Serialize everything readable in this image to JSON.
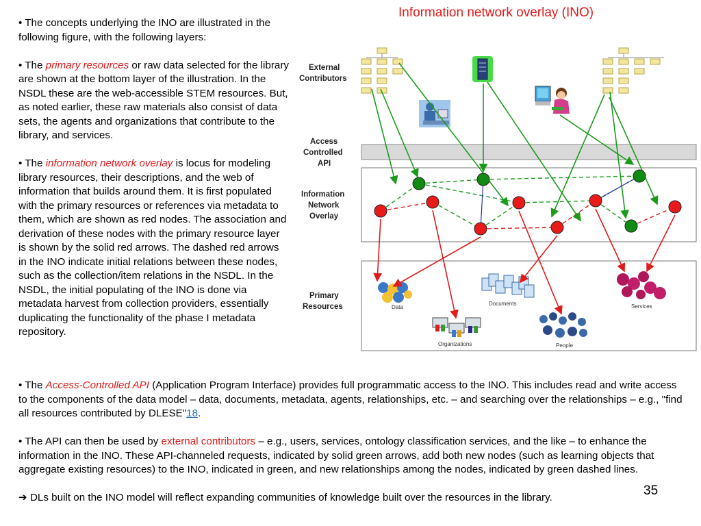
{
  "title": "Information network overlay (INO)",
  "page_number": "35",
  "left_text": {
    "p1": "• The concepts underlying the INO are illustrated in the following figure, with the following layers:",
    "p2_pre": "• The ",
    "p2_em": "primary resources",
    "p2_post": " or raw data selected for the library are shown at the bottom layer of the illustration. In the NSDL these are the web-accessible STEM resources. But, as noted earlier, these raw materials also consist of data sets, the agents and organizations that contribute to the library, and services.",
    "p3_pre": "• The ",
    "p3_em": "information network overlay",
    "p3_post": " is locus for modeling library resources, their descriptions, and the web of information that builds around them. It is first populated with the primary resources or references via metadata to them, which are shown as red nodes. The association and derivation of these nodes with the primary resource layer is shown by the solid red arrows. The dashed red arrows in the INO indicate initial relations between these nodes, such as the collection/item relations in the NSDL. In the NSDL, the initial populating of the INO is done via metadata harvest from collection providers, essentially duplicating the functionality of the phase I metadata repository."
  },
  "bottom_text": {
    "p4_pre": "• The ",
    "p4_em": "Access-Controlled API",
    "p4_post": " (Application Program Interface) provides full programmatic access to the INO. This includes read and write access to the components of the data model – data, documents, metadata, agents, relationships, etc. – and searching over the relationships – e.g., \"find all resources contributed by DLESE\"",
    "p4_link": "18",
    "p4_end": ".",
    "p5_pre": "• The API can then be used by ",
    "p5_red": "external contributors",
    "p5_post": " – e.g., users, services, ontology classification services, and the like – to enhance the information in the INO. These API-channeled requests, indicated by solid green arrows, add both new nodes (such as learning objects that aggregate existing resources) to the INO, indicated in green, and new relationships among the nodes, indicated by green dashed lines.",
    "p6_arrow": "➔",
    "p6": " DLs built on the INO model will reflect expanding communities of knowledge built over the resources in the library."
  },
  "diagram": {
    "layer_external": [
      "External",
      "Contributors"
    ],
    "layer_api": [
      "Access",
      "Controlled",
      "API"
    ],
    "layer_ino": [
      "Information",
      "Network",
      "Overlay"
    ],
    "layer_primary": [
      "Primary",
      "Resources"
    ],
    "res_data": "Data",
    "res_documents": "Documents",
    "res_services": "Services",
    "res_organizations": "Organizations",
    "res_people": "People"
  },
  "colors": {
    "red": "#e11a1a",
    "green": "#1b9b1b",
    "node_green": "#108a10",
    "link": "#1f6fbf"
  },
  "icons": [
    "org-chart-icon",
    "server-icon",
    "person-at-computer-icon",
    "data-icon",
    "documents-icon",
    "services-icon",
    "organizations-icon",
    "people-icon"
  ]
}
